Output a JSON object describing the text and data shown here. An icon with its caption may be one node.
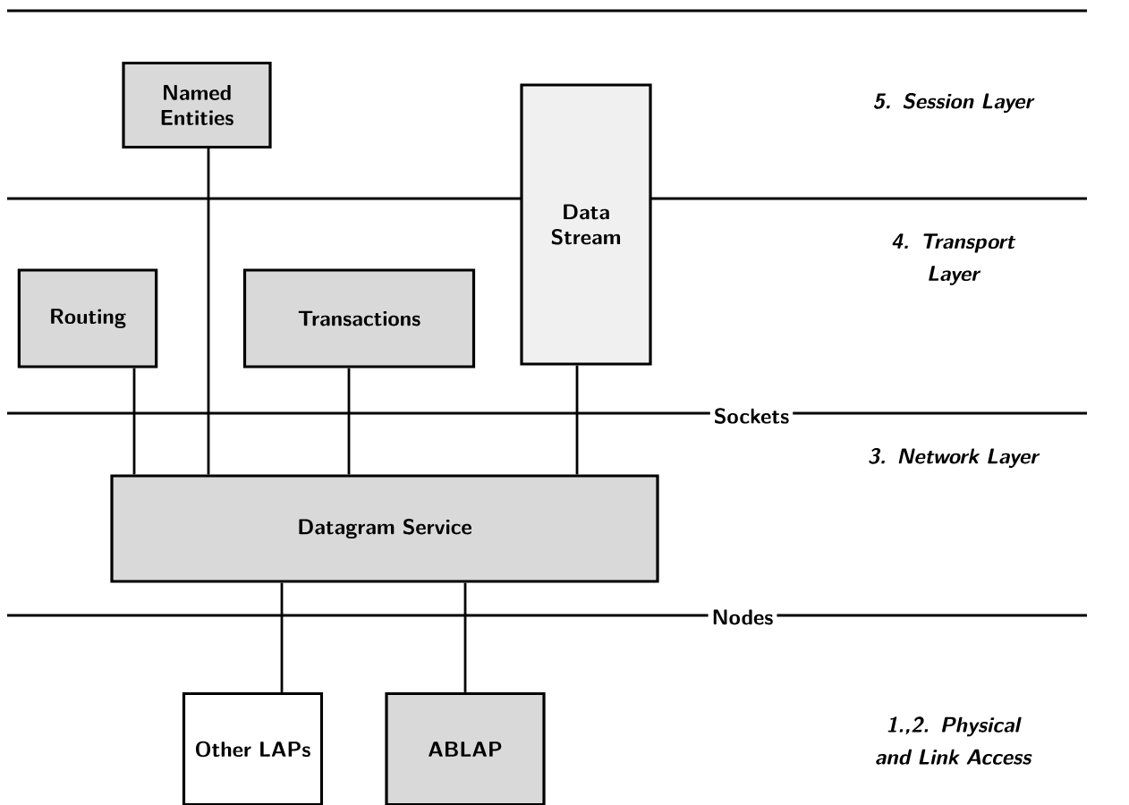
{
  "diagram": {
    "nodes": [
      {
        "text": [
          "Named Entities"
        ]
      },
      {
        "text": [
          "Data Stream"
        ]
      },
      {
        "text": [
          "Routing"
        ]
      },
      {
        "text": [
          "Transactions"
        ]
      },
      {
        "text": [
          "Datagram Service"
        ]
      },
      {
        "text": [
          "Other LAPs"
        ]
      },
      {
        "text": [
          "ABLAP"
        ]
      }
    ],
    "edges": [
      {
        "from": 2,
        "to": 4,
        "arrow": "none"
      },
      {
        "from": 0,
        "to": 4,
        "arrow": "none"
      },
      {
        "from": 3,
        "to": 4,
        "arrow": "none"
      },
      {
        "from": 1,
        "to": 4,
        "arrow": "none"
      },
      {
        "from": 4,
        "to": 5,
        "arrow": "none"
      },
      {
        "from": 4,
        "to": 6,
        "arrow": "none"
      }
    ],
    "labels": [
      "5. Session Layer",
      "4. Transport Layer",
      "Sockets",
      "3. Network Layer",
      "Nodes",
      "1.,2. Physical and Link Access"
    ]
  }
}
